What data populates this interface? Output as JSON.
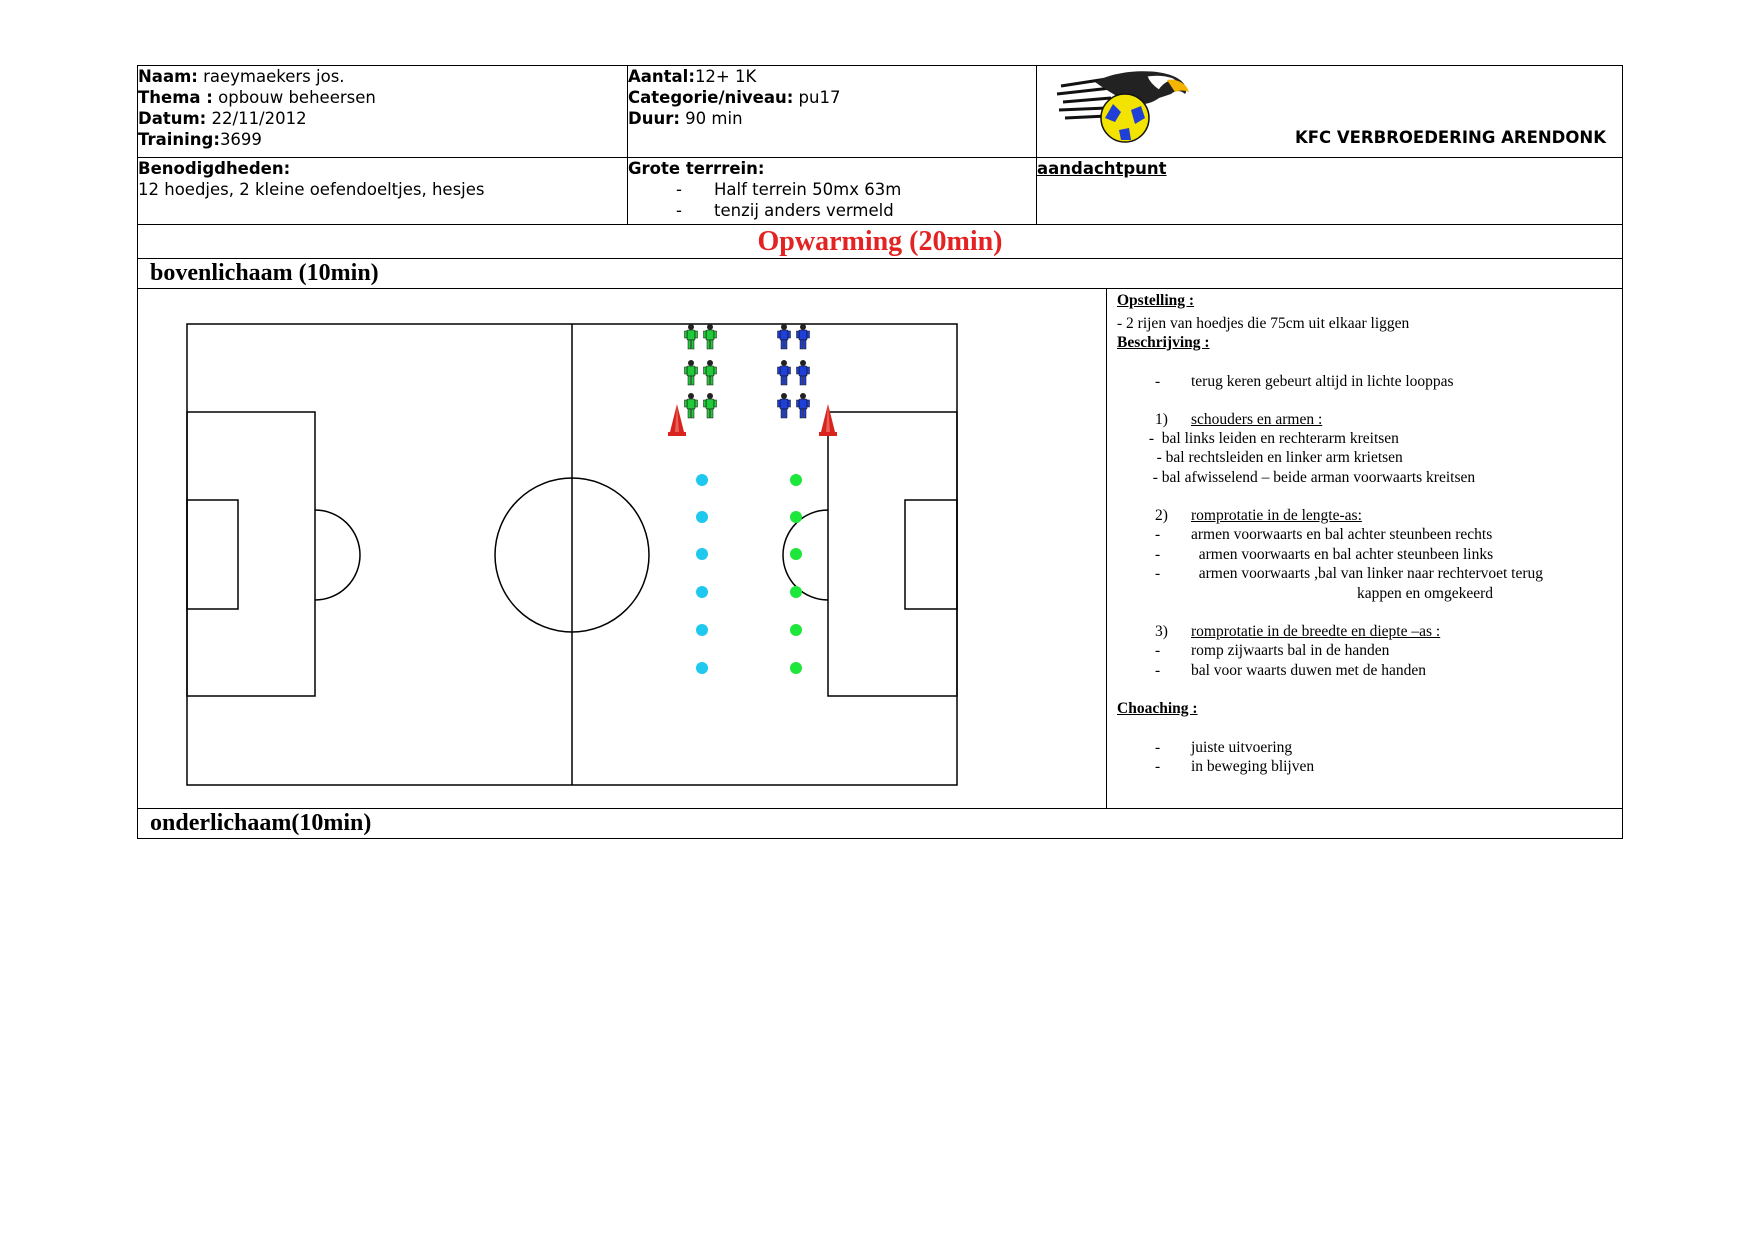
{
  "header": {
    "naam_label": "Naam:",
    "naam_value": " raeymaekers jos.",
    "thema_label": "Thema :",
    "thema_value": " opbouw beheersen",
    "datum_label": "Datum:",
    "datum_value": " 22/11/2012",
    "training_label": "Training:",
    "training_value": "3699",
    "aantal_label": "Aantal:",
    "aantal_value": "12+ 1K",
    "categorie_label": "Categorie/niveau:",
    "categorie_value": " pu17",
    "duur_label": "Duur:",
    "duur_value": " 90 min",
    "club_name": "KFC VERBROEDERING ARENDONK"
  },
  "materials": {
    "benodigdheden_label": "Benodigdheden:",
    "benodigdheden_value": "12 hoedjes, 2 kleine oefendoeltjes, hesjes",
    "terrein_label": "Grote terrrein:",
    "terrein_items": [
      "Half terrein 50mx 63m",
      "tenzij anders vermeld"
    ],
    "aandachtpunt_label": "aandachtpunt"
  },
  "section_title": "Opwarming (20min)",
  "part1_title": "bovenlichaam (10min)",
  "part2_title": "onderlichaam(10min)",
  "description": {
    "opstelling_label": "Opstelling :",
    "opstelling_line": "- 2 rijen van hoedjes die 75cm uit elkaar liggen",
    "beschrijving_label": "Beschrijving :",
    "intro": "terug keren gebeurt altijd in lichte looppas",
    "s1_num": "1)",
    "s1_title": "schouders en armen :",
    "s1_lines": [
      " -  bal links leiden en rechterarm kreitsen",
      "   - bal rechtsleiden en linker arm krietsen",
      "  - bal afwisselend – beide arman voorwaarts kreitsen"
    ],
    "s2_num": "2)",
    "s2_title": "romprotatie in de lengte-as:",
    "s2_lines": [
      "armen voorwaarts en bal achter steunbeen rechts",
      "  armen voorwaarts en bal achter steunbeen links",
      "  armen voorwaarts ,bal van linker naar rechtervoet terug"
    ],
    "s2_continuation": "kappen en omgekeerd",
    "s3_num": "3)",
    "s3_title": "romprotatie in de breedte en diepte –as :",
    "s3_lines": [
      "romp zijwaarts bal in de handen",
      "bal voor waarts duwen met de handen"
    ],
    "coaching_label": "Choaching :",
    "coaching_lines": [
      "juiste uitvoering",
      "in beweging blijven"
    ]
  },
  "colors": {
    "title_red": "#e32222",
    "team_green": "#22c93a",
    "team_blue": "#1f3fd6",
    "cone_red": "#d8231e",
    "marker_cyan": "#1ec8ee",
    "marker_green": "#1ee63a"
  },
  "icons": {
    "logo": "eagle-football-logo",
    "player_green": "green-player-icon",
    "player_blue": "blue-player-icon",
    "cone": "training-cone-icon",
    "marker": "marker-dot"
  }
}
